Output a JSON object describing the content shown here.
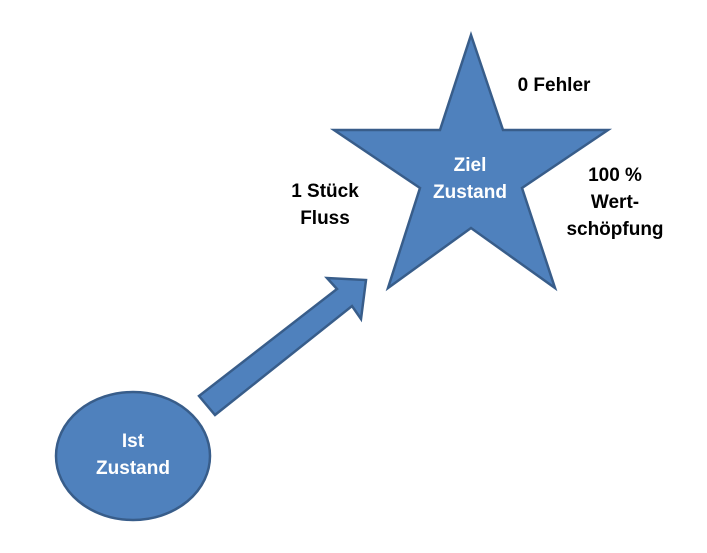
{
  "colors": {
    "fill": "#4F81BD",
    "stroke": "#385D8A",
    "shape_text": "#FFFFFF",
    "text": "#000000"
  },
  "ist_zustand": {
    "line1": "Ist",
    "line2": "Zustand"
  },
  "ziel_zustand": {
    "line1": "Ziel",
    "line2": "Zustand"
  },
  "labels": {
    "fehler": "0 Fehler",
    "fluss_line1": "1 Stück",
    "fluss_line2": "Fluss",
    "wert_line1": "100 %",
    "wert_line2": "Wert-",
    "wert_line3": "schöpfung"
  }
}
